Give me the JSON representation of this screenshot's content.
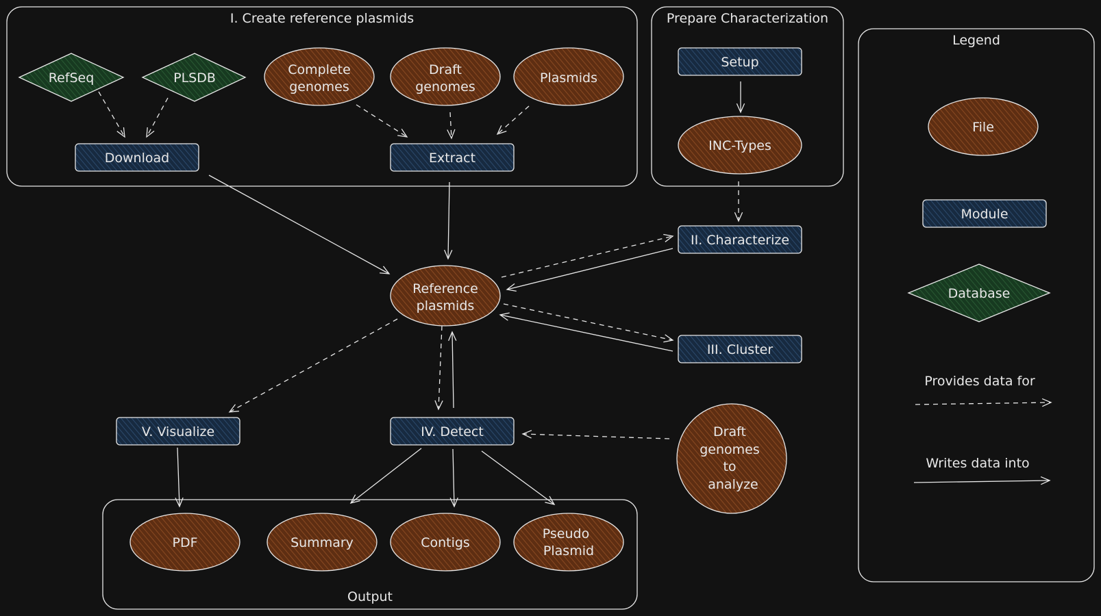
{
  "colors": {
    "background": "#121212",
    "stroke": "#e8e8e8",
    "file_fill": "#6b3414",
    "module_fill": "#1c3450",
    "database_fill": "#1f4a2a",
    "text": "#e8e8e8"
  },
  "groups": {
    "create_reference": "I. Create reference plasmids",
    "prepare": "Prepare Characterization",
    "output": "Output",
    "legend": "Legend"
  },
  "nodes": {
    "refseq": "RefSeq",
    "plsdb": "PLSDB",
    "complete_genomes": [
      "Complete",
      "genomes"
    ],
    "draft_genomes": [
      "Draft",
      "genomes"
    ],
    "plasmids": "Plasmids",
    "download": "Download",
    "extract": "Extract",
    "setup": "Setup",
    "inc_types": "INC-Types",
    "characterize": "II. Characterize",
    "cluster": "III. Cluster",
    "reference_plasmids": [
      "Reference",
      "plasmids"
    ],
    "visualize": "V. Visualize",
    "detect": "IV. Detect",
    "draft_genomes_analyze": [
      "Draft",
      "genomes",
      "to",
      "analyze"
    ],
    "pdf": "PDF",
    "summary": "Summary",
    "contigs": "Contigs",
    "pseudo_plasmid": [
      "Pseudo",
      "Plasmid"
    ]
  },
  "legend": {
    "file": "File",
    "module": "Module",
    "database": "Database",
    "provides": "Provides data for",
    "writes": "Writes data into"
  }
}
